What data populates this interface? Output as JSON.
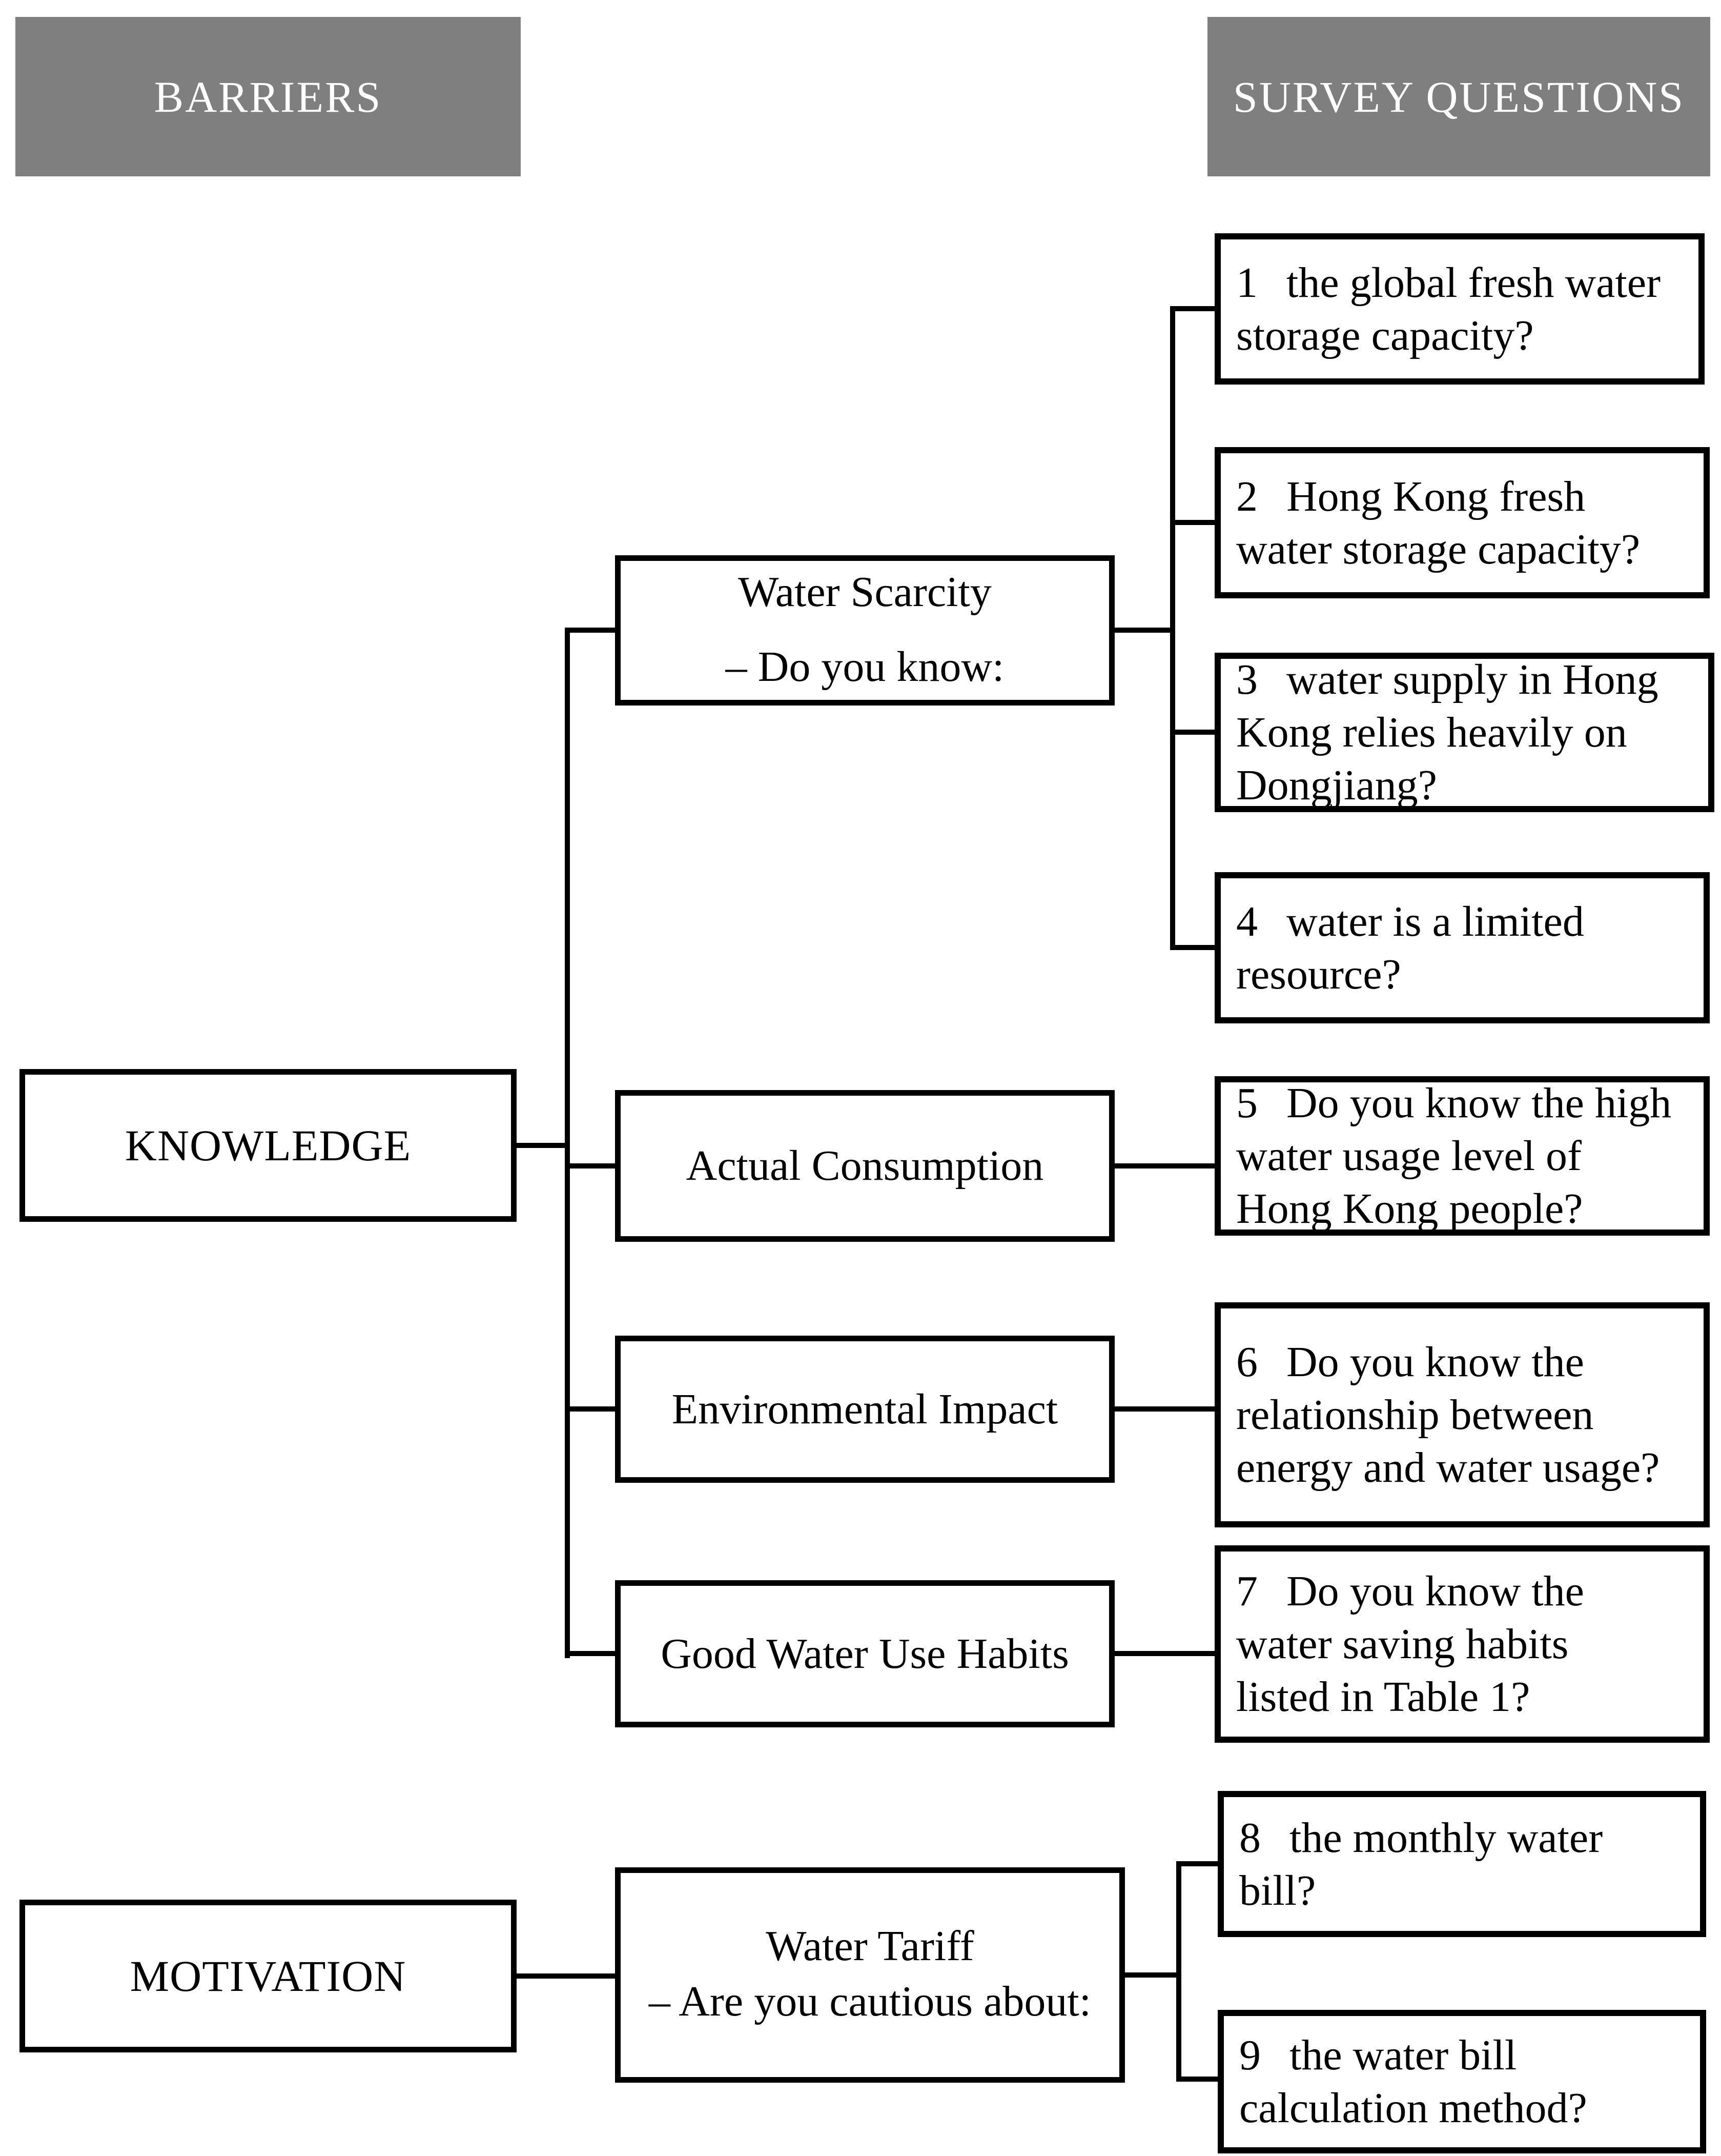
{
  "colors": {
    "background": "#ffffff",
    "line": "#000000",
    "header_bg": "#7f7f7f",
    "header_text": "#ffffff"
  },
  "headers": {
    "barriers": {
      "label": "BARRIERS"
    },
    "survey_questions": {
      "label": "SURVEY QUESTIONS"
    }
  },
  "barriers": {
    "knowledge": {
      "label": "KNOWLEDGE"
    },
    "motivation": {
      "label": "MOTIVATION"
    }
  },
  "categories": {
    "water_scarcity": {
      "title": "Water Scarcity",
      "subtitle": "– Do you know:"
    },
    "actual_consumption": {
      "title": "Actual Consumption"
    },
    "environmental_impact": {
      "title": "Environmental Impact"
    },
    "good_water_use_habits": {
      "title": "Good Water Use Habits"
    },
    "water_tariff": {
      "title": "Water Tariff",
      "subtitle": "– Are you cautious about:"
    }
  },
  "questions": {
    "q1": {
      "num": "1",
      "text": "the global fresh water\nstorage capacity?"
    },
    "q2": {
      "num": "2",
      "text": "Hong Kong fresh\nwater storage capacity?"
    },
    "q3": {
      "num": "3",
      "text": "water supply in Hong\nKong relies heavily on\nDongjiang?"
    },
    "q4": {
      "num": "4",
      "text": "water is a limited\nresource?"
    },
    "q5": {
      "num": "5",
      "text": "Do you know the high\nwater usage level of\nHong Kong people?"
    },
    "q6": {
      "num": "6",
      "text": "Do you know the\nrelationship between\nenergy and water usage?"
    },
    "q7": {
      "num": "7",
      "text": "Do you know the\nwater saving habits\nlisted in Table 1?"
    },
    "q8": {
      "num": "8",
      "text": "the monthly water\nbill?"
    },
    "q9": {
      "num": "9",
      "text": "the water bill\ncalculation method?"
    }
  }
}
